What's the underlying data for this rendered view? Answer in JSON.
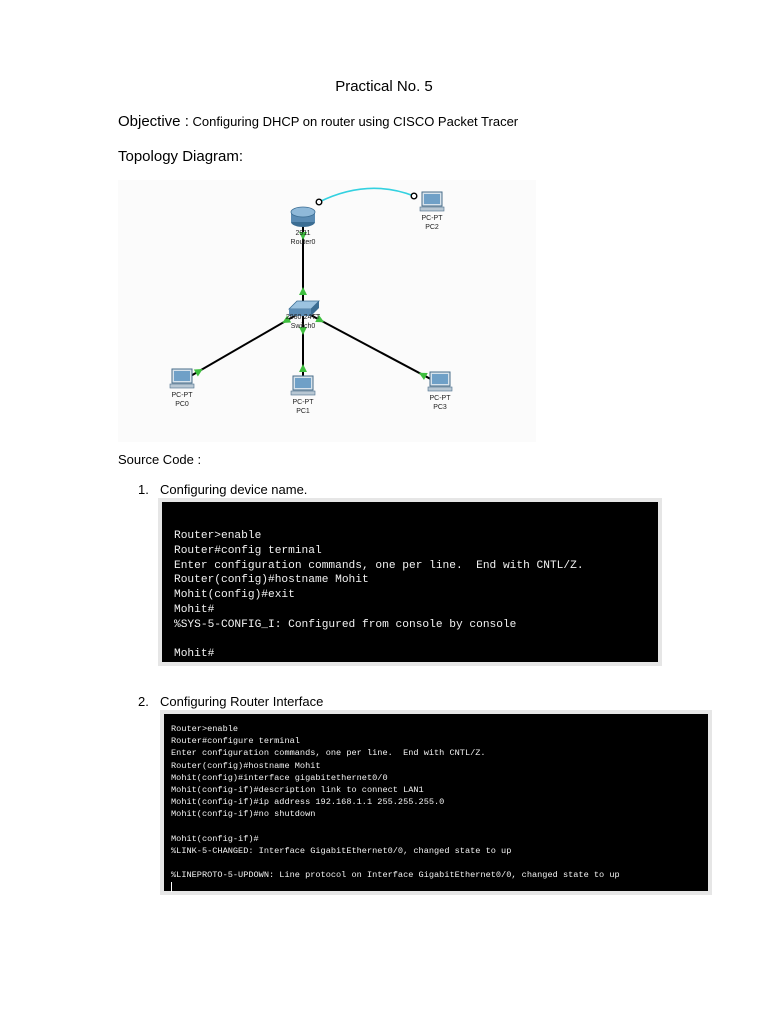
{
  "title": "Practical No.  5",
  "objective": {
    "label": "Objective :",
    "text": "Configuring DHCP on router using CISCO Packet Tracer"
  },
  "topology_heading": "Topology Diagram:",
  "diagram": {
    "devices": [
      {
        "id": "router0",
        "model": "2911",
        "name": "Router0",
        "icon": "router-icon"
      },
      {
        "id": "switch0",
        "model": "2960-24TT",
        "name": "Switch0",
        "icon": "switch-icon"
      },
      {
        "id": "pc0",
        "model": "PC-PT",
        "name": "PC0",
        "icon": "pc-icon"
      },
      {
        "id": "pc1",
        "model": "PC-PT",
        "name": "PC1",
        "icon": "pc-icon"
      },
      {
        "id": "pc2",
        "model": "PC-PT",
        "name": "PC2",
        "icon": "pc-icon"
      },
      {
        "id": "pc3",
        "model": "PC-PT",
        "name": "PC3",
        "icon": "pc-icon"
      }
    ],
    "links": [
      {
        "from": "router0",
        "to": "pc2",
        "type": "console",
        "color": "#33d1e0"
      },
      {
        "from": "router0",
        "to": "switch0",
        "type": "copper",
        "color": "#000000"
      },
      {
        "from": "switch0",
        "to": "pc0",
        "type": "copper",
        "color": "#000000"
      },
      {
        "from": "switch0",
        "to": "pc1",
        "type": "copper",
        "color": "#000000"
      },
      {
        "from": "switch0",
        "to": "pc3",
        "type": "copper",
        "color": "#000000"
      }
    ],
    "link_status_color": "#3fbf3f"
  },
  "source_label": "Source Code :",
  "steps": [
    {
      "number": "1.",
      "label": "Configuring device name.",
      "terminal": [
        "Router>enable",
        "Router#config terminal",
        "Enter configuration commands, one per line.  End with CNTL/Z.",
        "Router(config)#hostname Mohit",
        "Mohit(config)#exit",
        "Mohit#",
        "%SYS-5-CONFIG_I: Configured from console by console",
        "",
        "Mohit#"
      ]
    },
    {
      "number": "2.",
      "label": "Configuring Router Interface",
      "terminal": [
        "Router>enable",
        "Router#configure terminal",
        "Enter configuration commands, one per line.  End with CNTL/Z.",
        "Router(config)#hostname Mohit",
        "Mohit(config)#interface gigabitethernet0/0",
        "Mohit(config-if)#description link to connect LAN1",
        "Mohit(config-if)#ip address 192.168.1.1 255.255.255.0",
        "Mohit(config-if)#no shutdown",
        "",
        "Mohit(config-if)#",
        "%LINK-5-CHANGED: Interface GigabitEthernet0/0, changed state to up",
        "",
        "%LINEPROTO-5-UPDOWN: Line protocol on Interface GigabitEthernet0/0, changed state to up"
      ]
    }
  ]
}
